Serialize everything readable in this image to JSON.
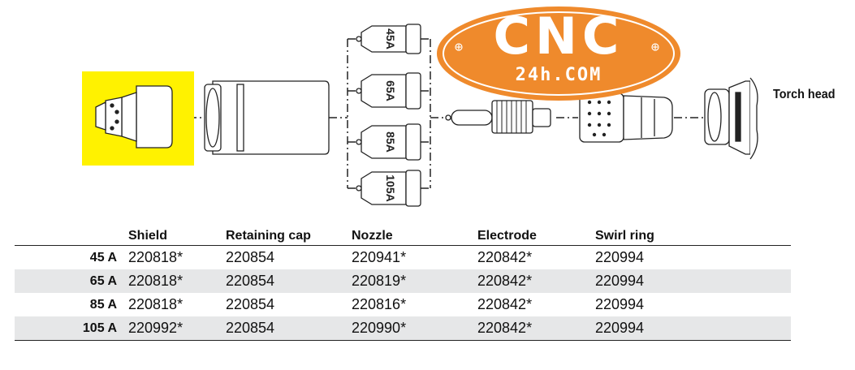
{
  "logo": {
    "main_text": "CNC",
    "sub_text": "24h.COM",
    "color": "#ef8a2c"
  },
  "diagram": {
    "torch_head_label": "Torch head",
    "nozzle_labels": [
      "45A",
      "65A",
      "85A",
      "105A"
    ],
    "highlight_color": "#fff200"
  },
  "table": {
    "headers": [
      "",
      "Shield",
      "Retaining cap",
      "Nozzle",
      "Electrode",
      "Swirl ring"
    ],
    "rows": [
      {
        "amp": "45 A",
        "shield": "220818*",
        "cap": "220854",
        "nozzle": "220941*",
        "electrode": "220842*",
        "swirl": "220994"
      },
      {
        "amp": "65 A",
        "shield": "220818*",
        "cap": "220854",
        "nozzle": "220819*",
        "electrode": "220842*",
        "swirl": "220994"
      },
      {
        "amp": "85 A",
        "shield": "220818*",
        "cap": "220854",
        "nozzle": "220816*",
        "electrode": "220842*",
        "swirl": "220994"
      },
      {
        "amp": "105 A",
        "shield": "220992*",
        "cap": "220854",
        "nozzle": "220990*",
        "electrode": "220842*",
        "swirl": "220994"
      }
    ]
  }
}
